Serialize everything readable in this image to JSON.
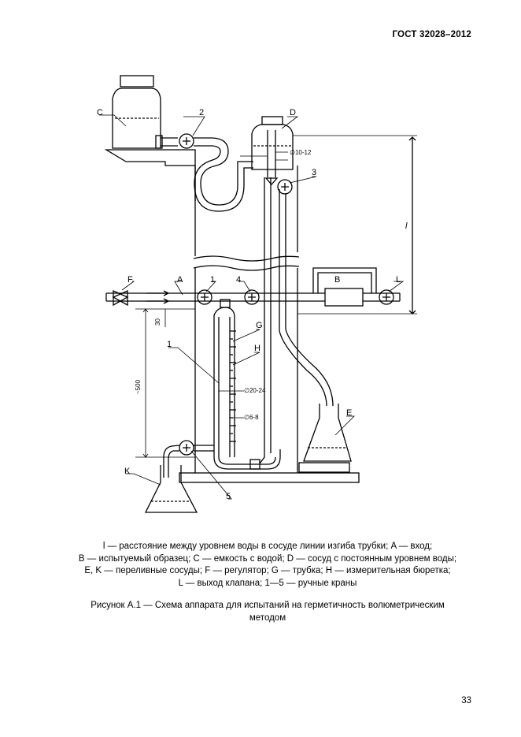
{
  "header": {
    "standard_code": "ГОСТ 32028–2012"
  },
  "figure": {
    "labels": {
      "C": "C",
      "D": "D",
      "A": "A",
      "F": "F",
      "B": "B",
      "L": "L",
      "G": "G",
      "H": "H",
      "E": "E",
      "K": "K",
      "valve_1": "1",
      "valve_2": "2",
      "valve_3": "3",
      "valve_4": "4",
      "valve_5": "5",
      "leader_1": "1",
      "length_l": "l"
    },
    "dimensions": {
      "d_10_12": "∅10-12",
      "d_20_24": "∅20-24",
      "d_6_8": "∅6-8",
      "dim_30": "30",
      "dim_500": "~500"
    }
  },
  "legend": {
    "line1": "l — расстояние между уровнем воды в сосуде линии изгиба трубки; A — вход;",
    "line2": "B — испытуемый образец; C — емкость с водой; D — сосуд с постоянным уровнем воды;",
    "line3": "E, K — переливные сосуды; F — регулятор; G — трубка; H — измерительная бюретка;",
    "line4": "L — выход клапана; 1—5 — ручные краны"
  },
  "caption": {
    "line1": "Рисунок А.1 — Схема аппарата для испытаний на герметичность волюметрическим",
    "line2": "методом"
  },
  "page_number": "33"
}
